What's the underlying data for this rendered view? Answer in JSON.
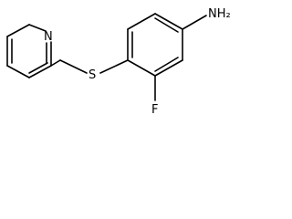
{
  "molecule": {
    "labels": {
      "n_pyridine": "N",
      "s_thioether": "S",
      "nh2": "NH₂",
      "f": "F"
    }
  }
}
